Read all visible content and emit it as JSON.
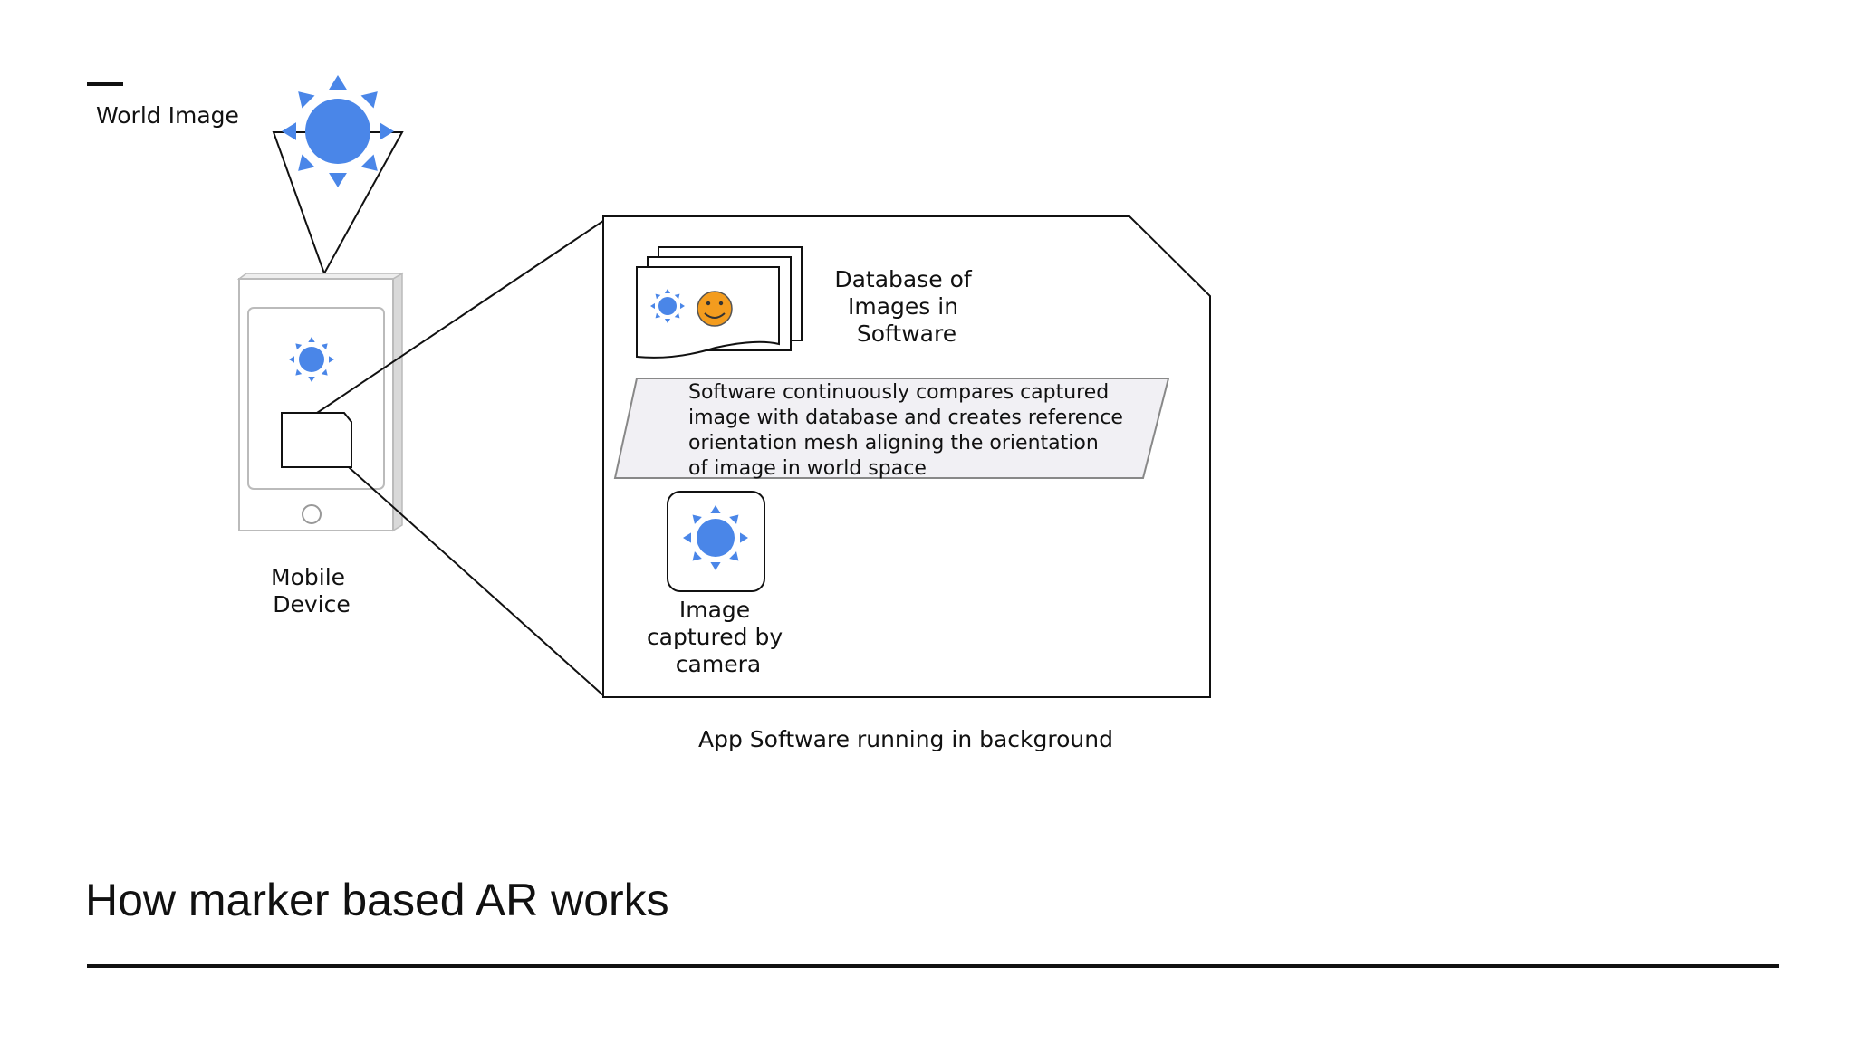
{
  "slide": {
    "title": "How marker based AR works"
  },
  "world_image": {
    "label": "World Image",
    "icon": "sun-icon"
  },
  "mobile_device": {
    "label_lines": [
      "Mobile",
      "Device"
    ]
  },
  "app_software": {
    "caption": "App Software running in background"
  },
  "database": {
    "label_lines": [
      "Database of",
      "Images in",
      "Software"
    ],
    "icons": [
      "sun-icon",
      "smiley-icon"
    ]
  },
  "process": {
    "text_lines": [
      "Software continuously compares captured",
      "image with database and creates reference",
      "orientation mesh aligning the orientation",
      "of image in world space"
    ]
  },
  "captured_image": {
    "label_lines": [
      "Image",
      "captured by",
      "camera"
    ],
    "icon": "sun-icon"
  },
  "colors": {
    "sun": "#4a86e8",
    "smiley": "#f39c1e",
    "process_fill": "#f1f0f4",
    "process_stroke": "#888888",
    "device_stroke": "#bbbbbb",
    "device_side": "#d9d9d9",
    "line": "#111111"
  }
}
